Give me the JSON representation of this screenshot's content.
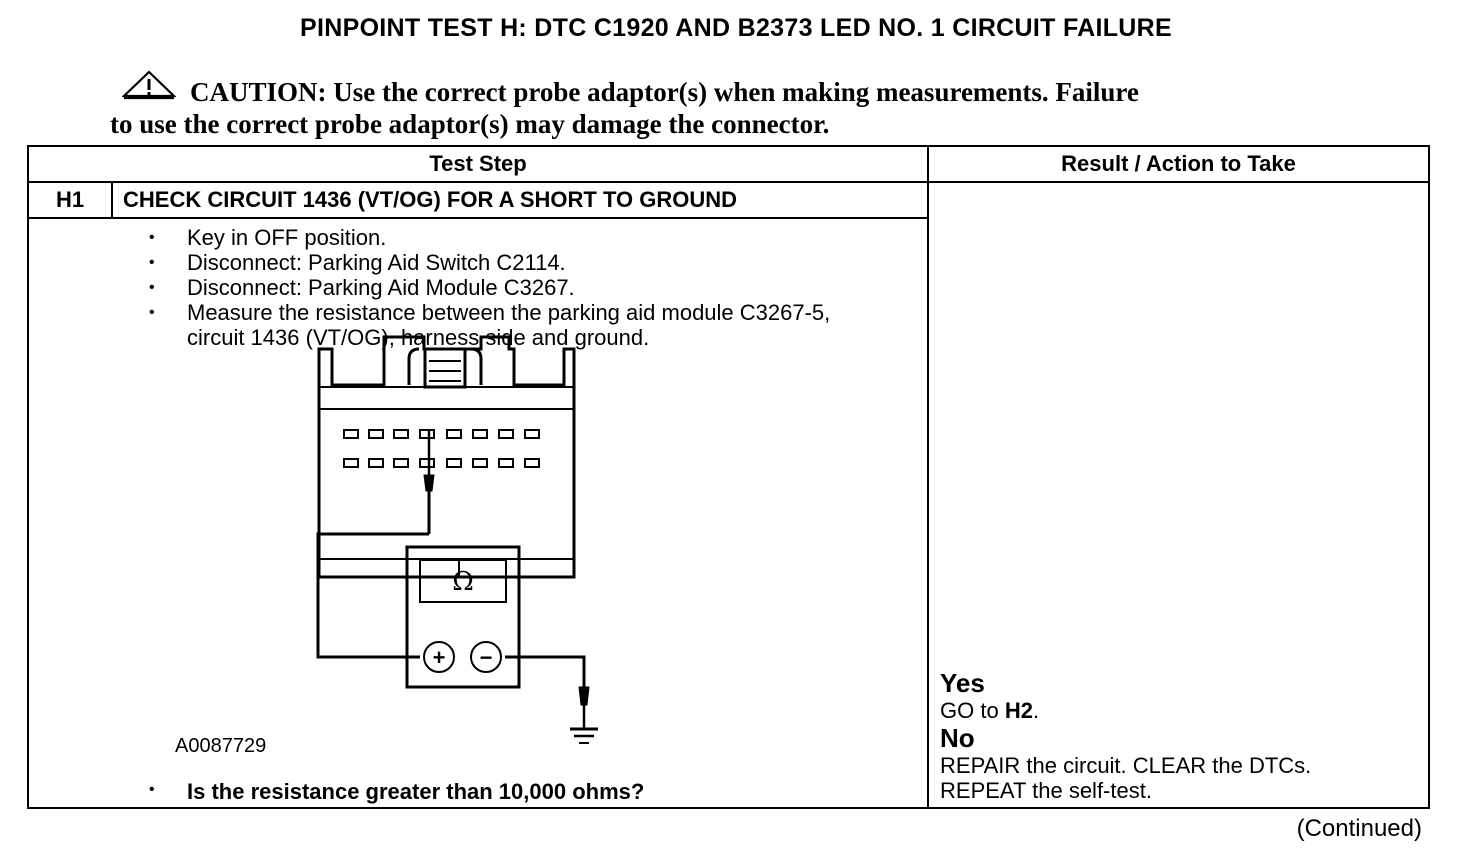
{
  "title": "PINPOINT TEST  H:  DTC C1920 AND B2373 LED NO. 1 CIRCUIT FAILURE",
  "caution": {
    "icon": "warning-triangle-icon",
    "line1": "CAUTION: Use the correct probe adaptor(s) when making measurements. Failure",
    "line2": "to use the correct probe adaptor(s) may damage the connector."
  },
  "table": {
    "headers": {
      "test_step": "Test Step",
      "result_action": "Result / Action to Take"
    },
    "step": {
      "id": "H1",
      "title": "CHECK CIRCUIT 1436 (VT/OG) FOR A SHORT TO GROUND",
      "actions": [
        "Key in OFF position.",
        "Disconnect: Parking Aid Switch C2114.",
        "Disconnect: Parking Aid Module C3267.",
        "Measure the resistance between the parking aid module C3267-5, circuit 1436 (VT/OG), harness side and ground."
      ],
      "diagram": {
        "meter_symbol": "Ω",
        "plus_symbol": "+",
        "minus_symbol": "−",
        "figure_code": "A0087729"
      },
      "question": "Is the resistance greater than 10,000 ohms?"
    },
    "results": {
      "yes_label": "Yes",
      "yes_action_prefix": "GO to ",
      "yes_action_target": "H2",
      "yes_action_suffix": ".",
      "no_label": "No",
      "no_action_line1": "REPAIR the circuit. CLEAR the DTCs.",
      "no_action_line2": "REPEAT the self-test."
    }
  },
  "continued": "(Continued)"
}
